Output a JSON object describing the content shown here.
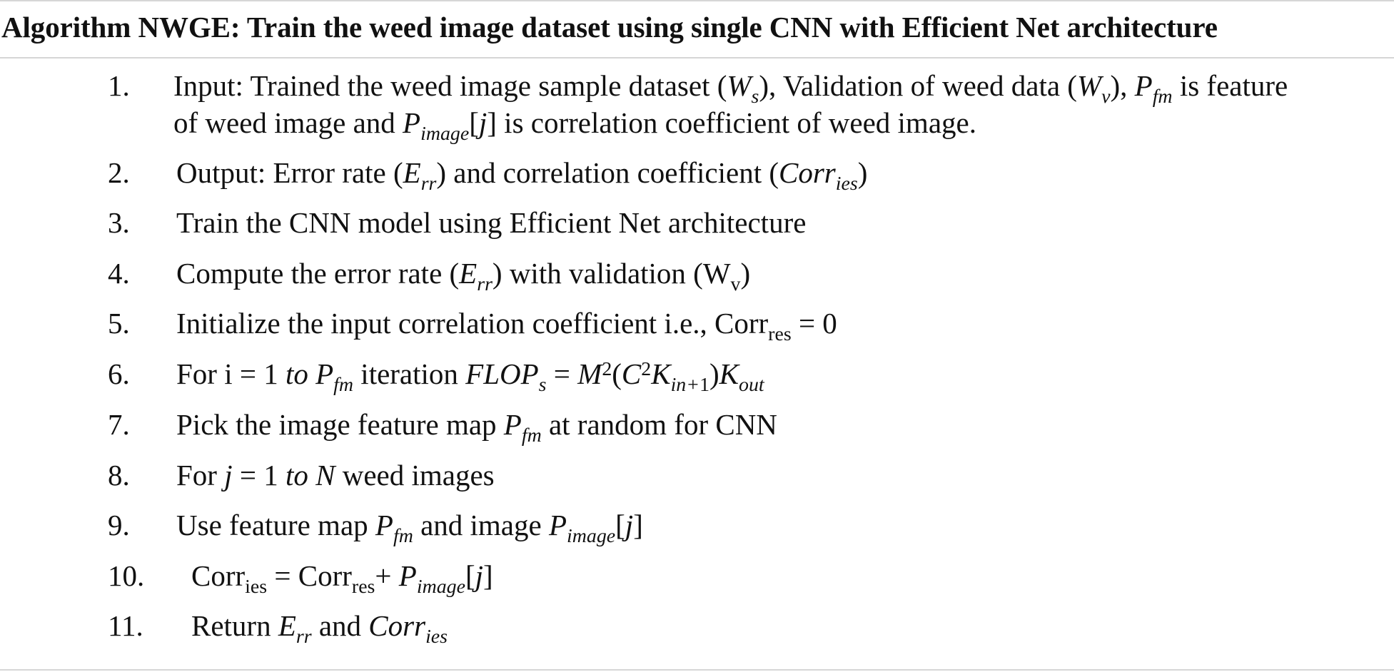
{
  "title": "Algorithm NWGE: Train the weed image dataset using single CNN with Efficient Net architecture",
  "steps": [
    {
      "num": "1.",
      "lines": [
        "Input: Trained the weed image sample dataset (<i>W<sub>s</sub></i>), Validation of weed data (<i>W<sub>v</sub></i>), <i>P<sub>fm</sub></i> is feature",
        "of weed image and <i>P<sub>image</sub></i>[<i>j</i>] is correlation coefficient of weed image."
      ]
    },
    {
      "num": "2.",
      "lines": [
        "Output: Error rate (<i>E<sub>rr</sub></i>) and correlation coefficient (<i>Corr<sub>ies</sub></i>)"
      ]
    },
    {
      "num": "3.",
      "lines": [
        "Train the CNN model using Efficient Net architecture"
      ]
    },
    {
      "num": "4.",
      "lines": [
        "Compute the error rate (<i>E<sub>rr</sub></i>) with validation (W<sub>v</sub>)"
      ]
    },
    {
      "num": "5.",
      "lines": [
        "Initialize the input correlation coefficient i.e., Corr<sub>res</sub> = 0"
      ]
    },
    {
      "num": "6.",
      "lines": [
        "For i = 1 <i>to P<sub>fm</sub></i> iteration <i>FLOP<sub>s</sub></i> = <i>M</i><sup>2</sup>(<i>C</i><sup>2</sup><i>K<sub>in+</sub></i><sub>1</sub>)<i>K<sub>out</sub></i>"
      ]
    },
    {
      "num": "7.",
      "lines": [
        "Pick the image feature map <i>P<sub>fm</sub></i> at random for CNN"
      ]
    },
    {
      "num": "8.",
      "lines": [
        "For <i>j</i> = 1 <i>to N</i> weed images"
      ]
    },
    {
      "num": "9.",
      "lines": [
        "Use feature map <i>P<sub>fm</sub></i> and image <i>P<sub>image</sub></i>[<i>j</i>]"
      ]
    },
    {
      "num": "10.",
      "lines": [
        "Corr<sub>ies</sub> = Corr<sub>res</sub>+ <i>P<sub>image</sub></i>[<i>j</i>]"
      ]
    },
    {
      "num": "11.",
      "lines": [
        "Return <i>E<sub>rr</sub></i> and <i>Corr<sub>ies</sub></i>"
      ]
    }
  ]
}
